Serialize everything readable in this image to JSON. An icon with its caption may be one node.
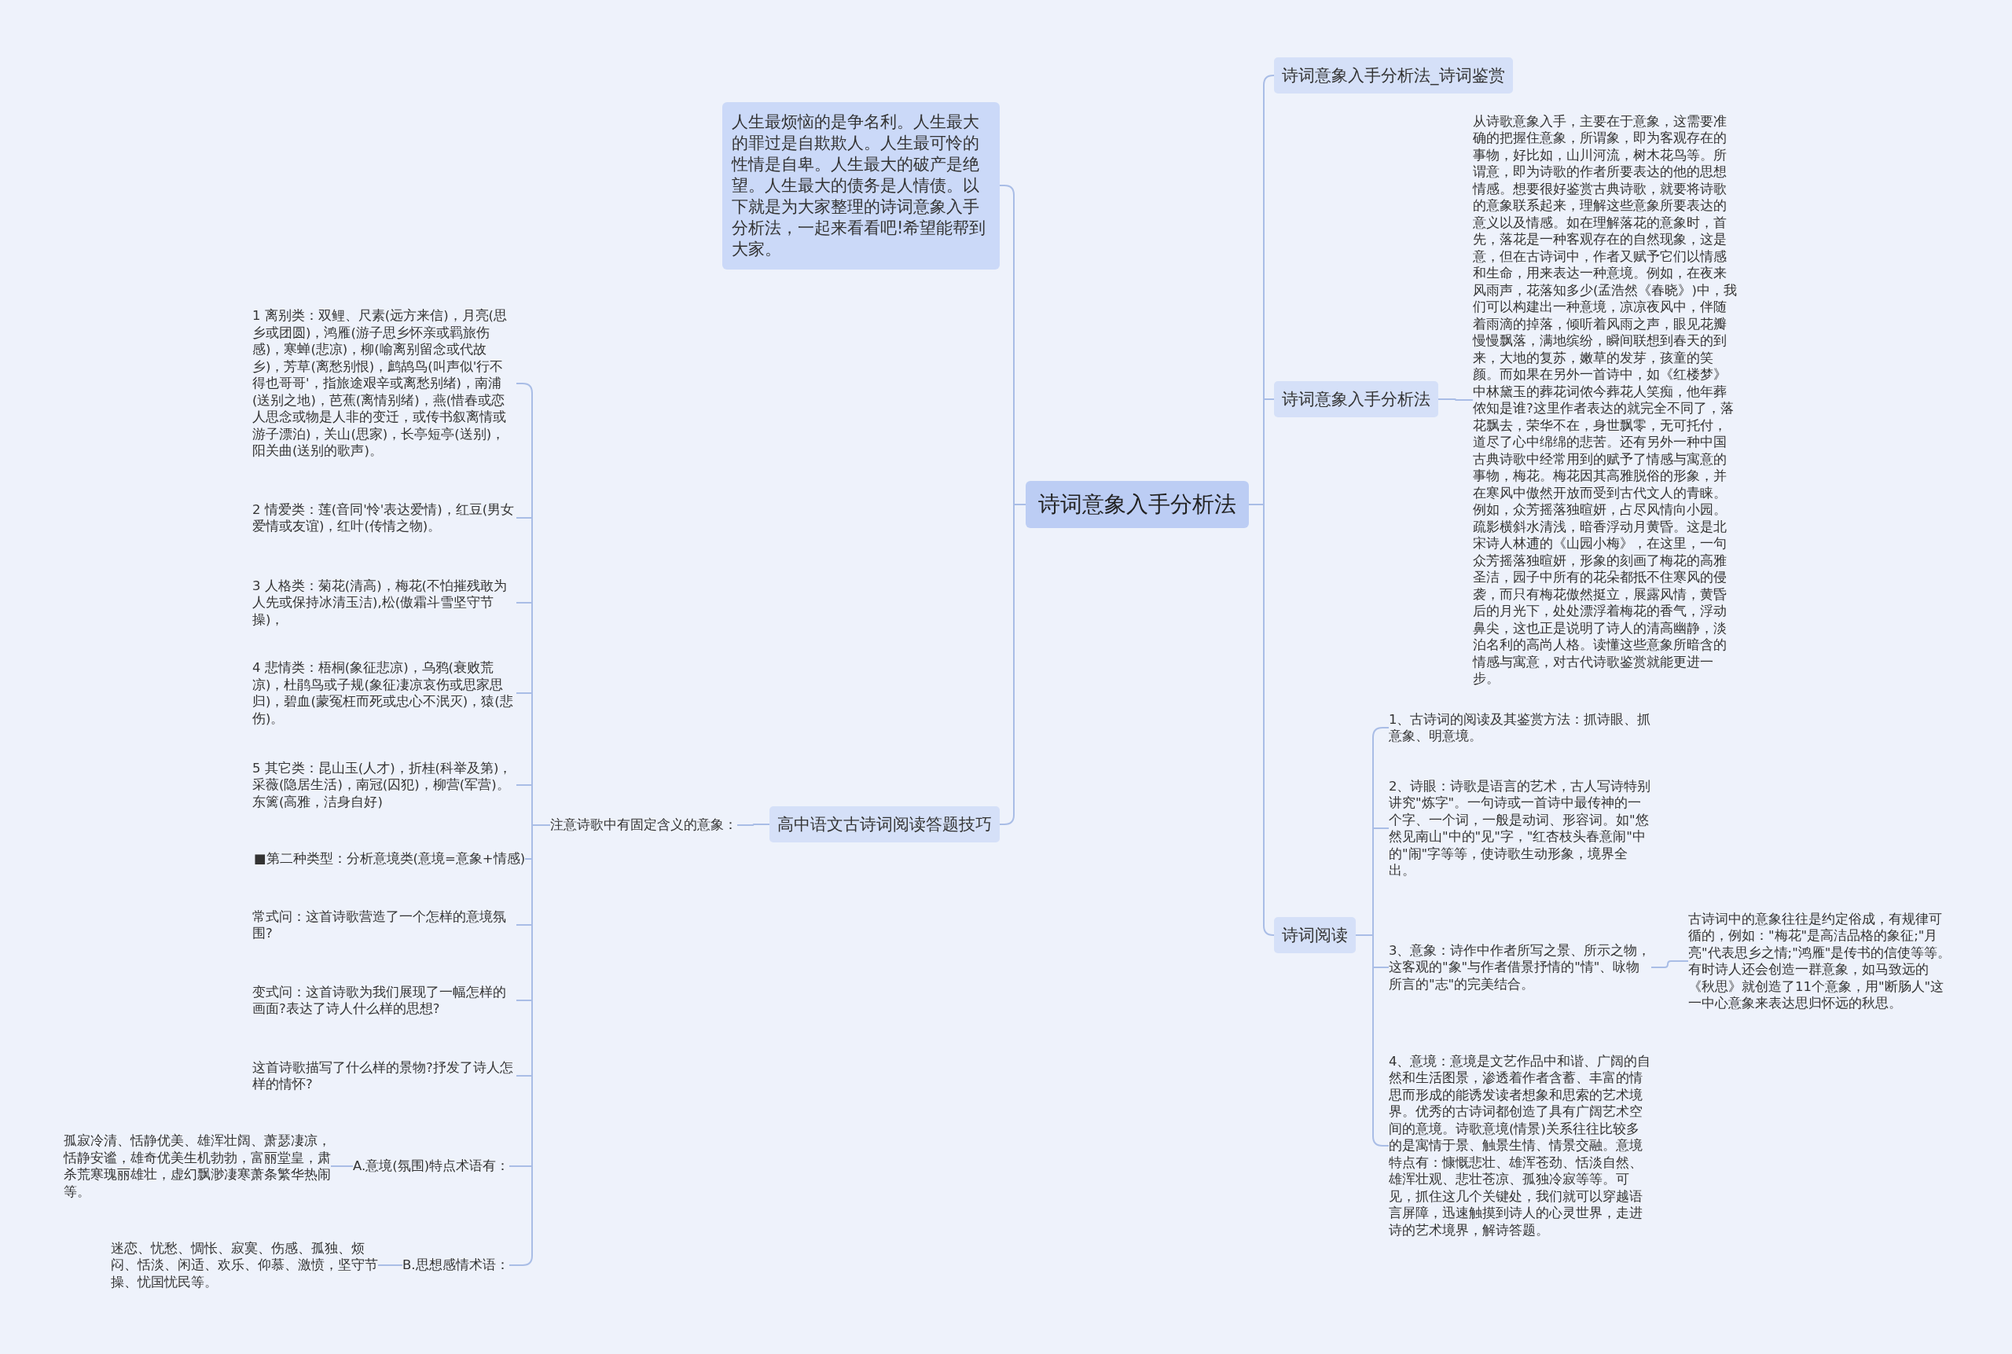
{
  "diagram": {
    "nodes": [
      {
        "text": [
          "诗词意象入手分析法"
        ]
      },
      {
        "text": [
          "人生最烦恼的是争名利。人生最大的罪过是自欺欺人。人生最可怜的性情是自卑。人生最大的破产是绝望。人生最大的债务是人情债。以下就是为大家整理的诗词意象入手分析法，一起来看看吧!希望能帮到大家。"
        ]
      },
      {
        "text": [
          "高中语文古诗词阅读答题技巧"
        ]
      },
      {
        "text": [
          "注意诗歌中有固定含义的意象："
        ]
      },
      {
        "text": [
          "1 离别类：双鲤、尺素(远方来信)，月亮(思乡或团圆)，鸿雁(游子思乡怀亲或羁旅伤感)，寒蝉(悲凉)，柳(喻离别留念或代故乡)，芳草(离愁别恨)，鹧鸪鸟(叫声似'行不得也哥哥'，指旅途艰辛或离愁别绪)，南浦(送别之地)，芭蕉(离情别绪)，燕(惜春或恋人思念或物是人非的变迁，或传书叙离情或游子漂泊)，关山(思家)，长亭短亭(送别)，阳关曲(送别的歌声)。"
        ]
      },
      {
        "text": [
          "2 情爱类：莲(音同'怜'表达爱情)，红豆(男女爱情或友谊)，红叶(传情之物)。"
        ]
      },
      {
        "text": [
          "3 人格类：菊花(清高)，梅花(不怕摧残敢为人先或保持冰清玉洁),松(傲霜斗雪坚守节操)，"
        ]
      },
      {
        "text": [
          "4 悲情类：梧桐(象征悲凉)，乌鸦(衰败荒凉)，杜鹃鸟或子规(象征凄凉哀伤或思家思归)，碧血(蒙冤枉而死或忠心不泯灭)，猿(悲伤)。"
        ]
      },
      {
        "text": [
          "5 其它类：昆山玉(人才)，折桂(科举及第)，采薇(隐居生活)，南冠(囚犯)，柳营(军营)。东篱(高雅，洁身自好)"
        ]
      },
      {
        "text": [
          "■第二种类型：分析意境类(意境=意象+情感)"
        ]
      },
      {
        "text": [
          "常式问：这首诗歌营造了一个怎样的意境氛围?"
        ]
      },
      {
        "text": [
          "变式问：这首诗歌为我们展现了一幅怎样的画面?表达了诗人什么样的思想?"
        ]
      },
      {
        "text": [
          "这首诗歌描写了什么样的景物?抒发了诗人怎样的情怀?"
        ]
      },
      {
        "text": [
          "A.意境(氛围)特点术语有："
        ]
      },
      {
        "text": [
          "孤寂冷清、恬静优美、雄浑壮阔、萧瑟凄凉，恬静安谧，雄奇优美生机勃勃，富丽堂皇，肃杀荒寒瑰丽雄壮，虚幻飘渺凄寒萧条繁华热闹等。"
        ]
      },
      {
        "text": [
          "B.思想感情术语："
        ]
      },
      {
        "text": [
          "迷恋、忧愁、惆怅、寂寞、伤感、孤独、烦闷、恬淡、闲适、欢乐、仰慕、激愤，坚守节操、忧国忧民等。"
        ]
      },
      {
        "text": [
          "诗词意象入手分析法_诗词鉴赏"
        ]
      },
      {
        "text": [
          "诗词意象入手分析法"
        ]
      },
      {
        "text": [
          "从诗歌意象入手，主要在于意象，这需要准确的把握住意象，所谓象，即为客观存在的事物，好比如，山川河流，树木花鸟等。所谓意，即为诗歌的作者所要表达的他的思想情感。想要很好鉴赏古典诗歌，就要将诗歌的意象联系起来，理解这些意象所要表达的意义以及情感。如在理解落花的意象时，首先，落花是一种客观存在的自然现象，这是意，但在古诗词中，作者又赋予它们以情感和生命，用来表达一种意境。例如，在夜来风雨声，花落知多少(孟浩然《春晓》)中，我们可以构建出一种意境，凉凉夜风中，伴随着雨滴的掉落，倾听着风雨之声，眼见花瓣慢慢飘落，满地缤纷，瞬间联想到春天的到来，大地的复苏，嫩草的发芽，孩童的笑颜。而如果在另外一首诗中，如《红楼梦》中林黛玉的葬花词侬今葬花人笑痴，他年葬侬知是谁?这里作者表达的就完全不同了，落花飘去，荣华不在，身世飘零，无可托付，道尽了心中绵绵的悲苦。还有另外一种中国古典诗歌中经常用到的赋予了情感与寓意的事物，梅花。梅花因其高雅脱俗的形象，并在寒风中傲然开放而受到古代文人的青睐。例如，众芳摇落独暄妍，占尽风情向小园。疏影横斜水清浅，暗香浮动月黄昏。这是北宋诗人林逋的《山园小梅》，在这里，一句众芳摇落独暄妍，形象的刻画了梅花的高雅圣洁，园子中所有的花朵都抵不住寒风的侵袭，而只有梅花傲然挺立，展露风情，黄昏后的月光下，处处漂浮着梅花的香气，浮动鼻尖，这也正是说明了诗人的清高幽静，淡泊名利的高尚人格。读懂这些意象所暗含的情感与寓意，对古代诗歌鉴赏就能更进一步。"
        ]
      },
      {
        "text": [
          "诗词阅读"
        ]
      },
      {
        "text": [
          "1、古诗词的阅读及其鉴赏方法：抓诗眼、抓意象、明意境。"
        ]
      },
      {
        "text": [
          "2、诗眼：诗歌是语言的艺术，古人写诗特别讲究\"炼字\"。一句诗或一首诗中最传神的一个字、一个词，一般是动词、形容词。如\"悠然见南山\"中的\"见\"字，\"红杏枝头春意闹\"中的\"闹\"字等等，使诗歌生动形象，境界全出。"
        ]
      },
      {
        "text": [
          "3、意象：诗作中作者所写之景、所示之物，这客观的\"象\"与作者借景抒情的\"情\"、咏物所言的\"志\"的完美结合。"
        ]
      },
      {
        "text": [
          "4、意境：意境是文艺作品中和谐、广阔的自然和生活图景，渗透着作者含蓄、丰富的情思而形成的能诱发读者想象和思索的艺术境界。优秀的古诗词都创造了具有广阔艺术空间的意境。诗歌意境(情景)关系往往比较多的是寓情于景、触景生情、情景交融。意境特点有：慷慨悲壮、雄浑苍劲、恬淡自然、雄浑壮观、悲壮苍凉、孤独冷寂等等。可见，抓住这几个关键处，我们就可以穿越语言屏障，迅速触摸到诗人的心灵世界，走进诗的艺术境界，解诗答题。"
        ]
      },
      {
        "text": [
          "古诗词中的意象往往是约定俗成，有规律可循的，例如：\"梅花\"是高洁品格的象征;\"月亮\"代表思乡之情;\"鸿雁\"是传书的信使等等。有时诗人还会创造一群意象，如马致远的《秋思》就创造了11个意象，用\"断肠人\"这一中心意象来表达思归怀远的秋思。"
        ]
      }
    ],
    "edges": [
      {
        "from": 0,
        "to": 1,
        "arrow": "none"
      },
      {
        "from": 0,
        "to": 2,
        "arrow": "none"
      },
      {
        "from": 2,
        "to": 3,
        "arrow": "none"
      },
      {
        "from": 3,
        "to": 4,
        "arrow": "none"
      },
      {
        "from": 3,
        "to": 5,
        "arrow": "none"
      },
      {
        "from": 3,
        "to": 6,
        "arrow": "none"
      },
      {
        "from": 3,
        "to": 7,
        "arrow": "none"
      },
      {
        "from": 3,
        "to": 8,
        "arrow": "none"
      },
      {
        "from": 3,
        "to": 9,
        "arrow": "none"
      },
      {
        "from": 3,
        "to": 10,
        "arrow": "none"
      },
      {
        "from": 3,
        "to": 11,
        "arrow": "none"
      },
      {
        "from": 3,
        "to": 12,
        "arrow": "none"
      },
      {
        "from": 3,
        "to": 13,
        "arrow": "none"
      },
      {
        "from": 13,
        "to": 14,
        "arrow": "none"
      },
      {
        "from": 3,
        "to": 15,
        "arrow": "none"
      },
      {
        "from": 15,
        "to": 16,
        "arrow": "none"
      },
      {
        "from": 0,
        "to": 17,
        "arrow": "none"
      },
      {
        "from": 0,
        "to": 18,
        "arrow": "none"
      },
      {
        "from": 18,
        "to": 19,
        "arrow": "none"
      },
      {
        "from": 0,
        "to": 20,
        "arrow": "none"
      },
      {
        "from": 20,
        "to": 21,
        "arrow": "none"
      },
      {
        "from": 20,
        "to": 22,
        "arrow": "none"
      },
      {
        "from": 20,
        "to": 23,
        "arrow": "none"
      },
      {
        "from": 23,
        "to": 25,
        "arrow": "none"
      },
      {
        "from": 20,
        "to": 24,
        "arrow": "none"
      }
    ]
  }
}
